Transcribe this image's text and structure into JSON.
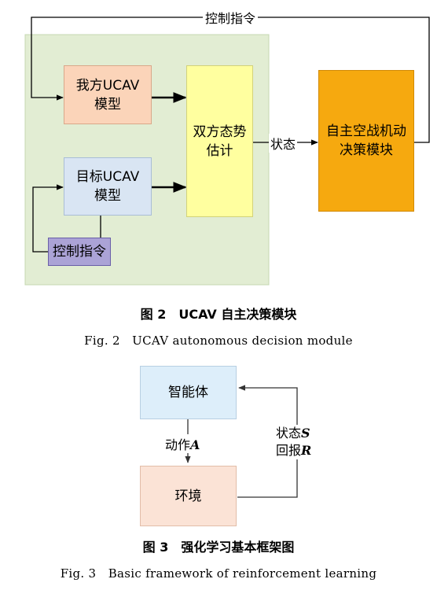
{
  "fig2": {
    "top_command": "控制指令",
    "own_model": "我方UCAV\n模型",
    "target_model": "目标UCAV\n模型",
    "estimation": "双方态势\n估计",
    "state_label": "状态",
    "decision": "自主空战机动\n决策模块",
    "control_command": "控制指令",
    "caption_cn": "图 2　UCAV 自主决策模块",
    "caption_en": "Fig. 2　UCAV autonomous decision module",
    "colors": {
      "panel": "#e2edd3",
      "own": "#fbd4b9",
      "target": "#d9e5f3",
      "estimation": "#ffff9f",
      "decision": "#f6a90f",
      "control": "#aba3d6"
    }
  },
  "fig3": {
    "agent": "智能体",
    "environment": "环境",
    "action_label": "动作",
    "action_symbol": "A",
    "state_label": "状态",
    "state_symbol": "S",
    "reward_label": "回报",
    "reward_symbol": "R",
    "caption_cn": "图 3　强化学习基本框架图",
    "caption_en": "Fig. 3　Basic framework of reinforcement learning",
    "colors": {
      "agent": "#ddeefa",
      "environment": "#fbe3d6"
    }
  }
}
